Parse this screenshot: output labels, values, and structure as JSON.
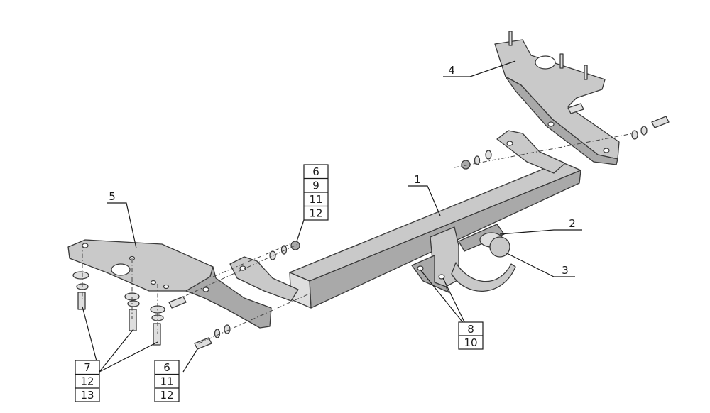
{
  "callouts": {
    "c1": "1",
    "c2": "2",
    "c3": "3",
    "c4": "4",
    "c5": "5"
  },
  "stacks": {
    "hardware_top": [
      "6",
      "9",
      "11",
      "12"
    ],
    "ball_bolts": [
      "8",
      "10"
    ],
    "left_bolts": [
      "7",
      "12",
      "13"
    ],
    "bottom_bolt": [
      "6",
      "11",
      "12"
    ]
  }
}
